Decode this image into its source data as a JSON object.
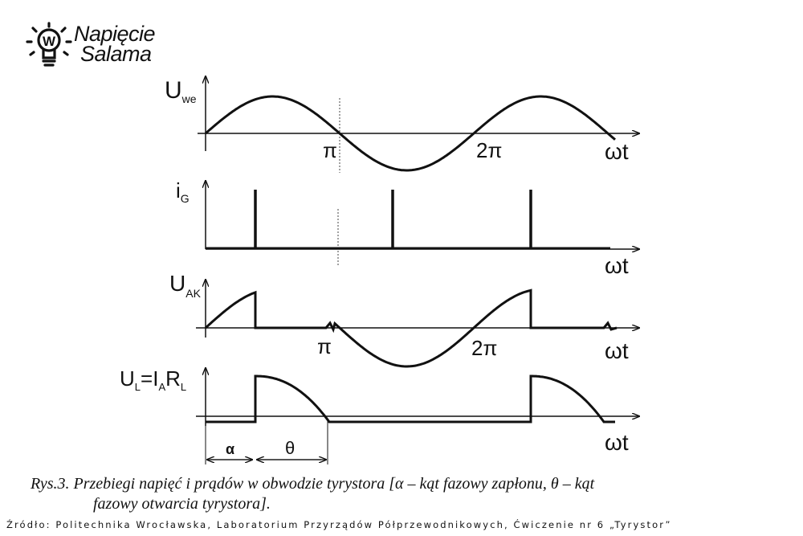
{
  "logo": {
    "line1": "Napięcie",
    "line2": "Salama",
    "icon": "lightbulb-w-icon"
  },
  "panels": {
    "uwe": {
      "label_main": "U",
      "label_sub": "we",
      "pi": "π",
      "two_pi": "2π",
      "axis": "ωt"
    },
    "ig": {
      "label_main": "i",
      "label_sub": "G",
      "axis": "ωt"
    },
    "uak": {
      "label_main": "U",
      "label_sub": "AK",
      "pi": "π",
      "two_pi": "2π",
      "axis": "ωt"
    },
    "ul": {
      "l1": "U",
      "l1s": "L",
      "l2": "=I",
      "l2s": "A",
      "l3": "R",
      "l3s": "L",
      "axis": "ωt",
      "alpha": "α",
      "theta": "θ"
    }
  },
  "caption": {
    "line1": "Rys.3. Przebiegi napięć i prądów w obwodzie tyrystora [α – kąt fazowy zapłonu, θ – kąt",
    "line2": "fazowy otwarcia tyrystora]."
  },
  "source": "Źródło: Politechnika Wrocławska, Laboratorium Przyrządów Półprzewodnikowych, Ćwiczenie nr 6 „Tyrystor”",
  "colors": {
    "ink": "#111111",
    "background": "#ffffff"
  }
}
